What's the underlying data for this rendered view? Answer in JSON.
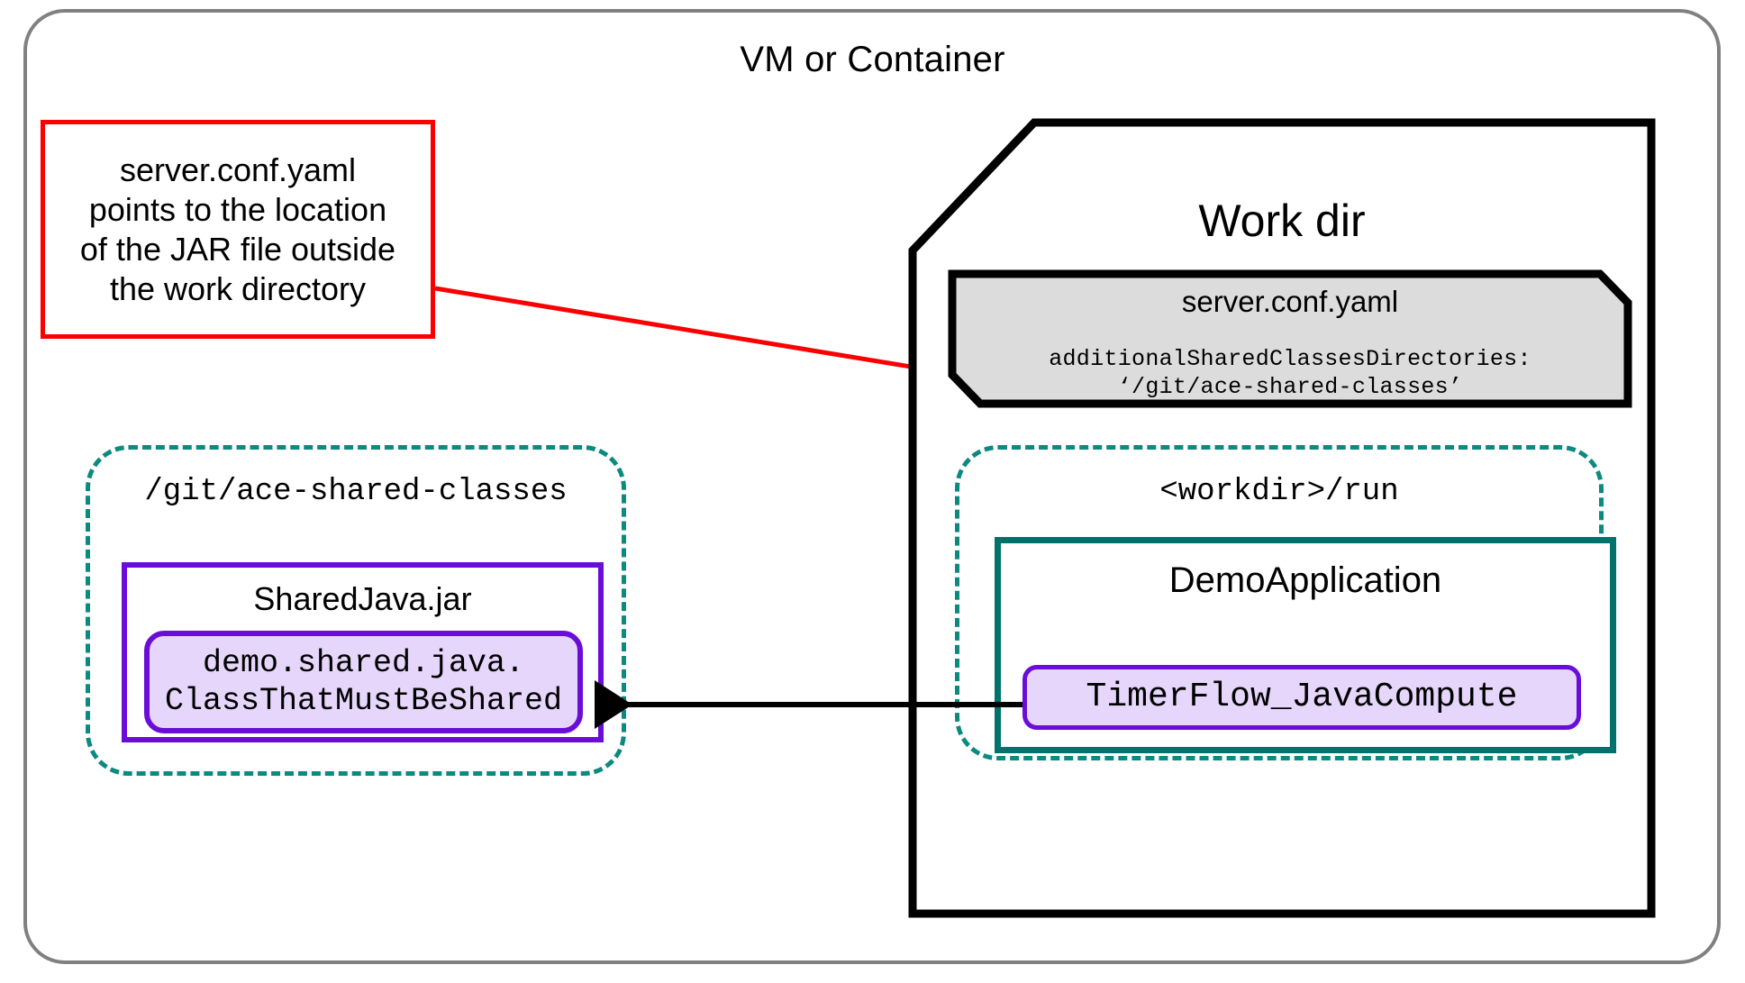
{
  "outer": {
    "title": "VM or Container",
    "border_color": "#808080"
  },
  "callout": {
    "text": "server.conf.yaml\npoints to the location\nof the JAR file outside\nthe work directory",
    "border_color": "#fa0000",
    "connector_color": "#fa0000"
  },
  "workdir": {
    "title": "Work dir",
    "border_color": "#000000",
    "yaml": {
      "title": "server.conf.yaml",
      "code": "additionalSharedClassesDirectories:\n   ‘/git/ace-shared-classes’",
      "fill_color": "#dcdcdc",
      "border_color": "#000000"
    },
    "run_folder": {
      "label": "<workdir>/run",
      "border_color": "#0d8a80",
      "application": {
        "title": "DemoApplication",
        "border_color": "#00726b",
        "flow": {
          "label": "TimerFlow_JavaCompute",
          "border_color": "#6a0dd8",
          "fill_color": "#e6d6fb"
        }
      }
    }
  },
  "shared_folder": {
    "label": "/git/ace-shared-classes",
    "border_color": "#0d8a80",
    "jar": {
      "title": "SharedJava.jar",
      "border_color": "#6a0dd8",
      "class": {
        "label": "demo.shared.java.\nClassThatMustBeShared",
        "border_color": "#6a0dd8",
        "fill_color": "#e6d6fb"
      }
    }
  },
  "arrow": {
    "color": "#000000",
    "direction": "flow-to-shared-class"
  }
}
